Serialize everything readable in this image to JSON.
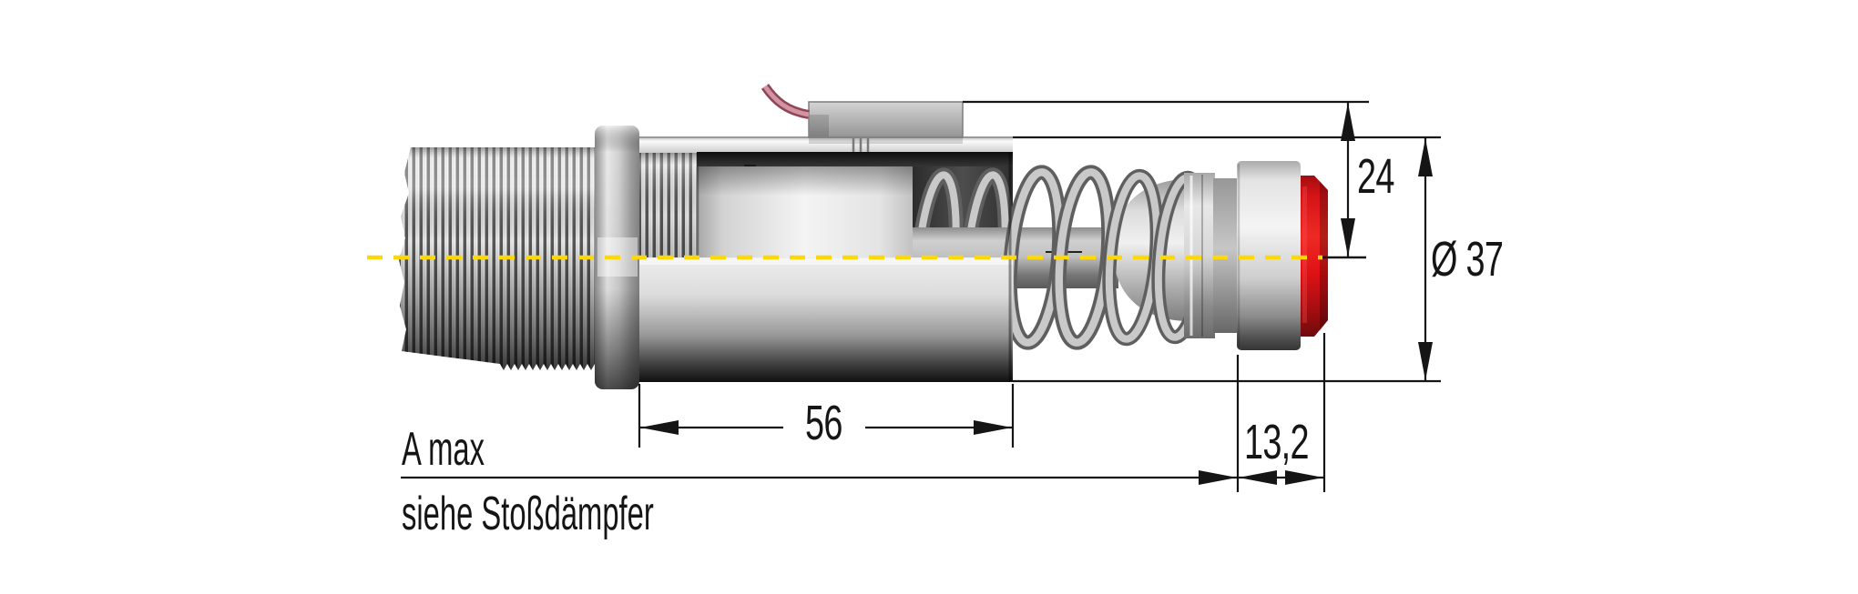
{
  "labels": {
    "dim_height_to_sensor": "24",
    "dim_outer_diameter": "Ø 37",
    "dim_body_length": "56",
    "dim_head_offset": "13,2",
    "a_max": "A max",
    "a_max_note": "siehe Stoßdämpfer"
  },
  "colors": {
    "background": "#ffffff",
    "centerline_yellow": "#ffd800",
    "bumper_cap_red": "#e8191c",
    "sensor_wire_pink": "#d493a2",
    "dimension_lines": "#151515"
  }
}
